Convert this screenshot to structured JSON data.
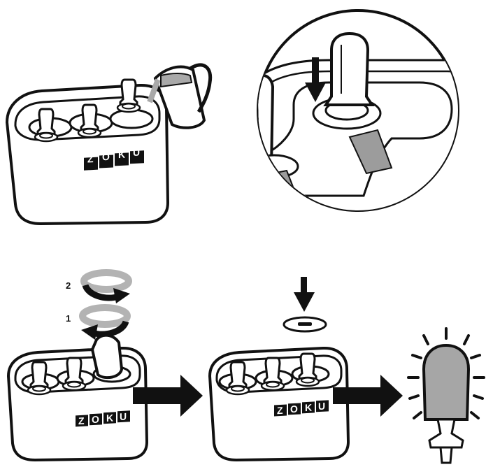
{
  "brand": {
    "letters": [
      "Z",
      "O",
      "K",
      "U"
    ]
  },
  "steps": [
    {
      "label": "2"
    },
    {
      "label": "1"
    }
  ],
  "colors": {
    "ink": "#111111",
    "fill_light": "#ffffff",
    "liquid": "#a9a9a9",
    "popsicle": "#a6a6a6",
    "ring_gray": "#b3b3b3"
  },
  "icons": [
    "pitcher-icon",
    "down-arrow-icon",
    "rotate-arrow-icon",
    "right-arrow-icon",
    "drip-guard-icon",
    "popsicle-icon",
    "sparkle-rays-icon"
  ]
}
